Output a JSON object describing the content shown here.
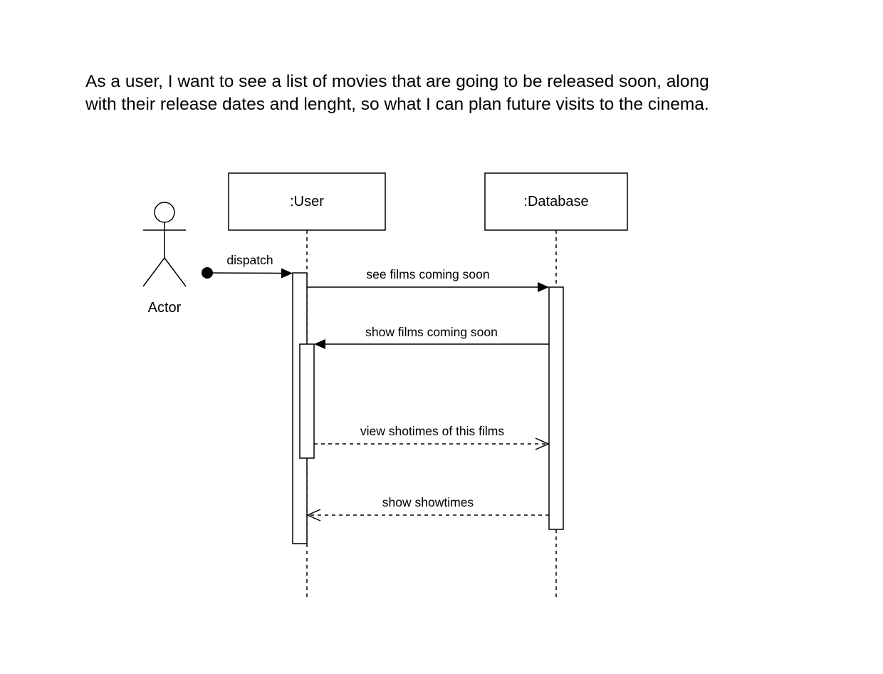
{
  "user_story": {
    "line1": "As a user, I want to see a list of movies that are going to be released soon, along",
    "line2": "with their release dates and lenght, so what I can plan future visits to the cinema."
  },
  "actor": {
    "label": "Actor"
  },
  "lifelines": {
    "user": {
      "label": ":User"
    },
    "database": {
      "label": ":Database"
    }
  },
  "messages": {
    "dispatch": {
      "label": "dispatch",
      "style": "found-synchronous"
    },
    "see_films": {
      "label": "see films coming soon",
      "style": "synchronous"
    },
    "show_films": {
      "label": "show films coming soon",
      "style": "synchronous"
    },
    "view_showtimes": {
      "label": "view shotimes of this films",
      "style": "reply-dashed"
    },
    "show_showtimes": {
      "label": "show showtimes",
      "style": "reply-dashed"
    }
  },
  "colors": {
    "stroke": "#000000",
    "background": "#ffffff"
  }
}
